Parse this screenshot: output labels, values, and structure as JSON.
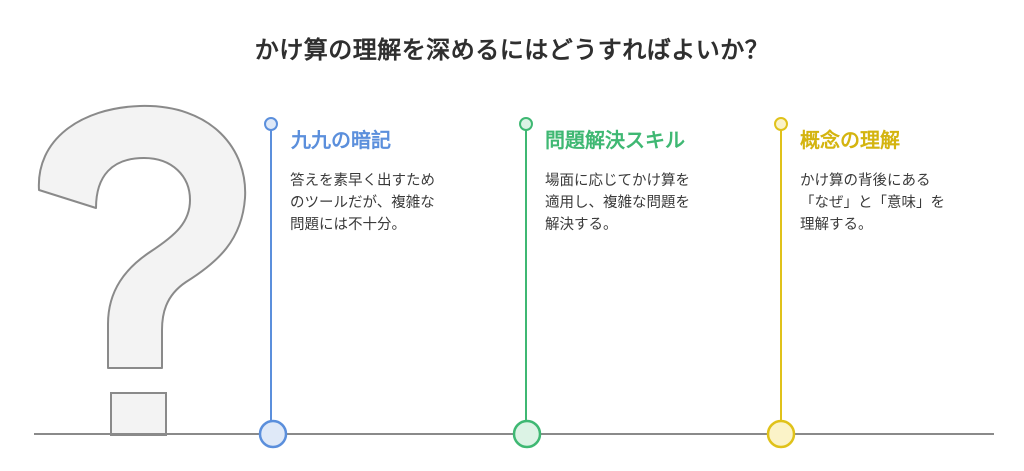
{
  "title": "かけ算の理解を深めるにはどうすればよいか？",
  "milestones": [
    {
      "title": "九九の暗記",
      "text": "答えを素早く出すため\nのツールだが、複雑な\n問題には不十分。",
      "color": "#5b8fdc",
      "fill": "#dfe9f8"
    },
    {
      "title": "問題解決スキル",
      "text": "場面に応じてかけ算を\n適用し、複雑な問題を\n解決する。",
      "color": "#3fb873",
      "fill": "#dcf3e5"
    },
    {
      "title": "概念の理解",
      "text": "かけ算の背後にある\n「なぜ」と「意味」を\n理解する。",
      "color": "#e0c21a",
      "fill": "#fbf3c8"
    }
  ],
  "icons": {
    "question_mark": "question-mark-icon"
  }
}
